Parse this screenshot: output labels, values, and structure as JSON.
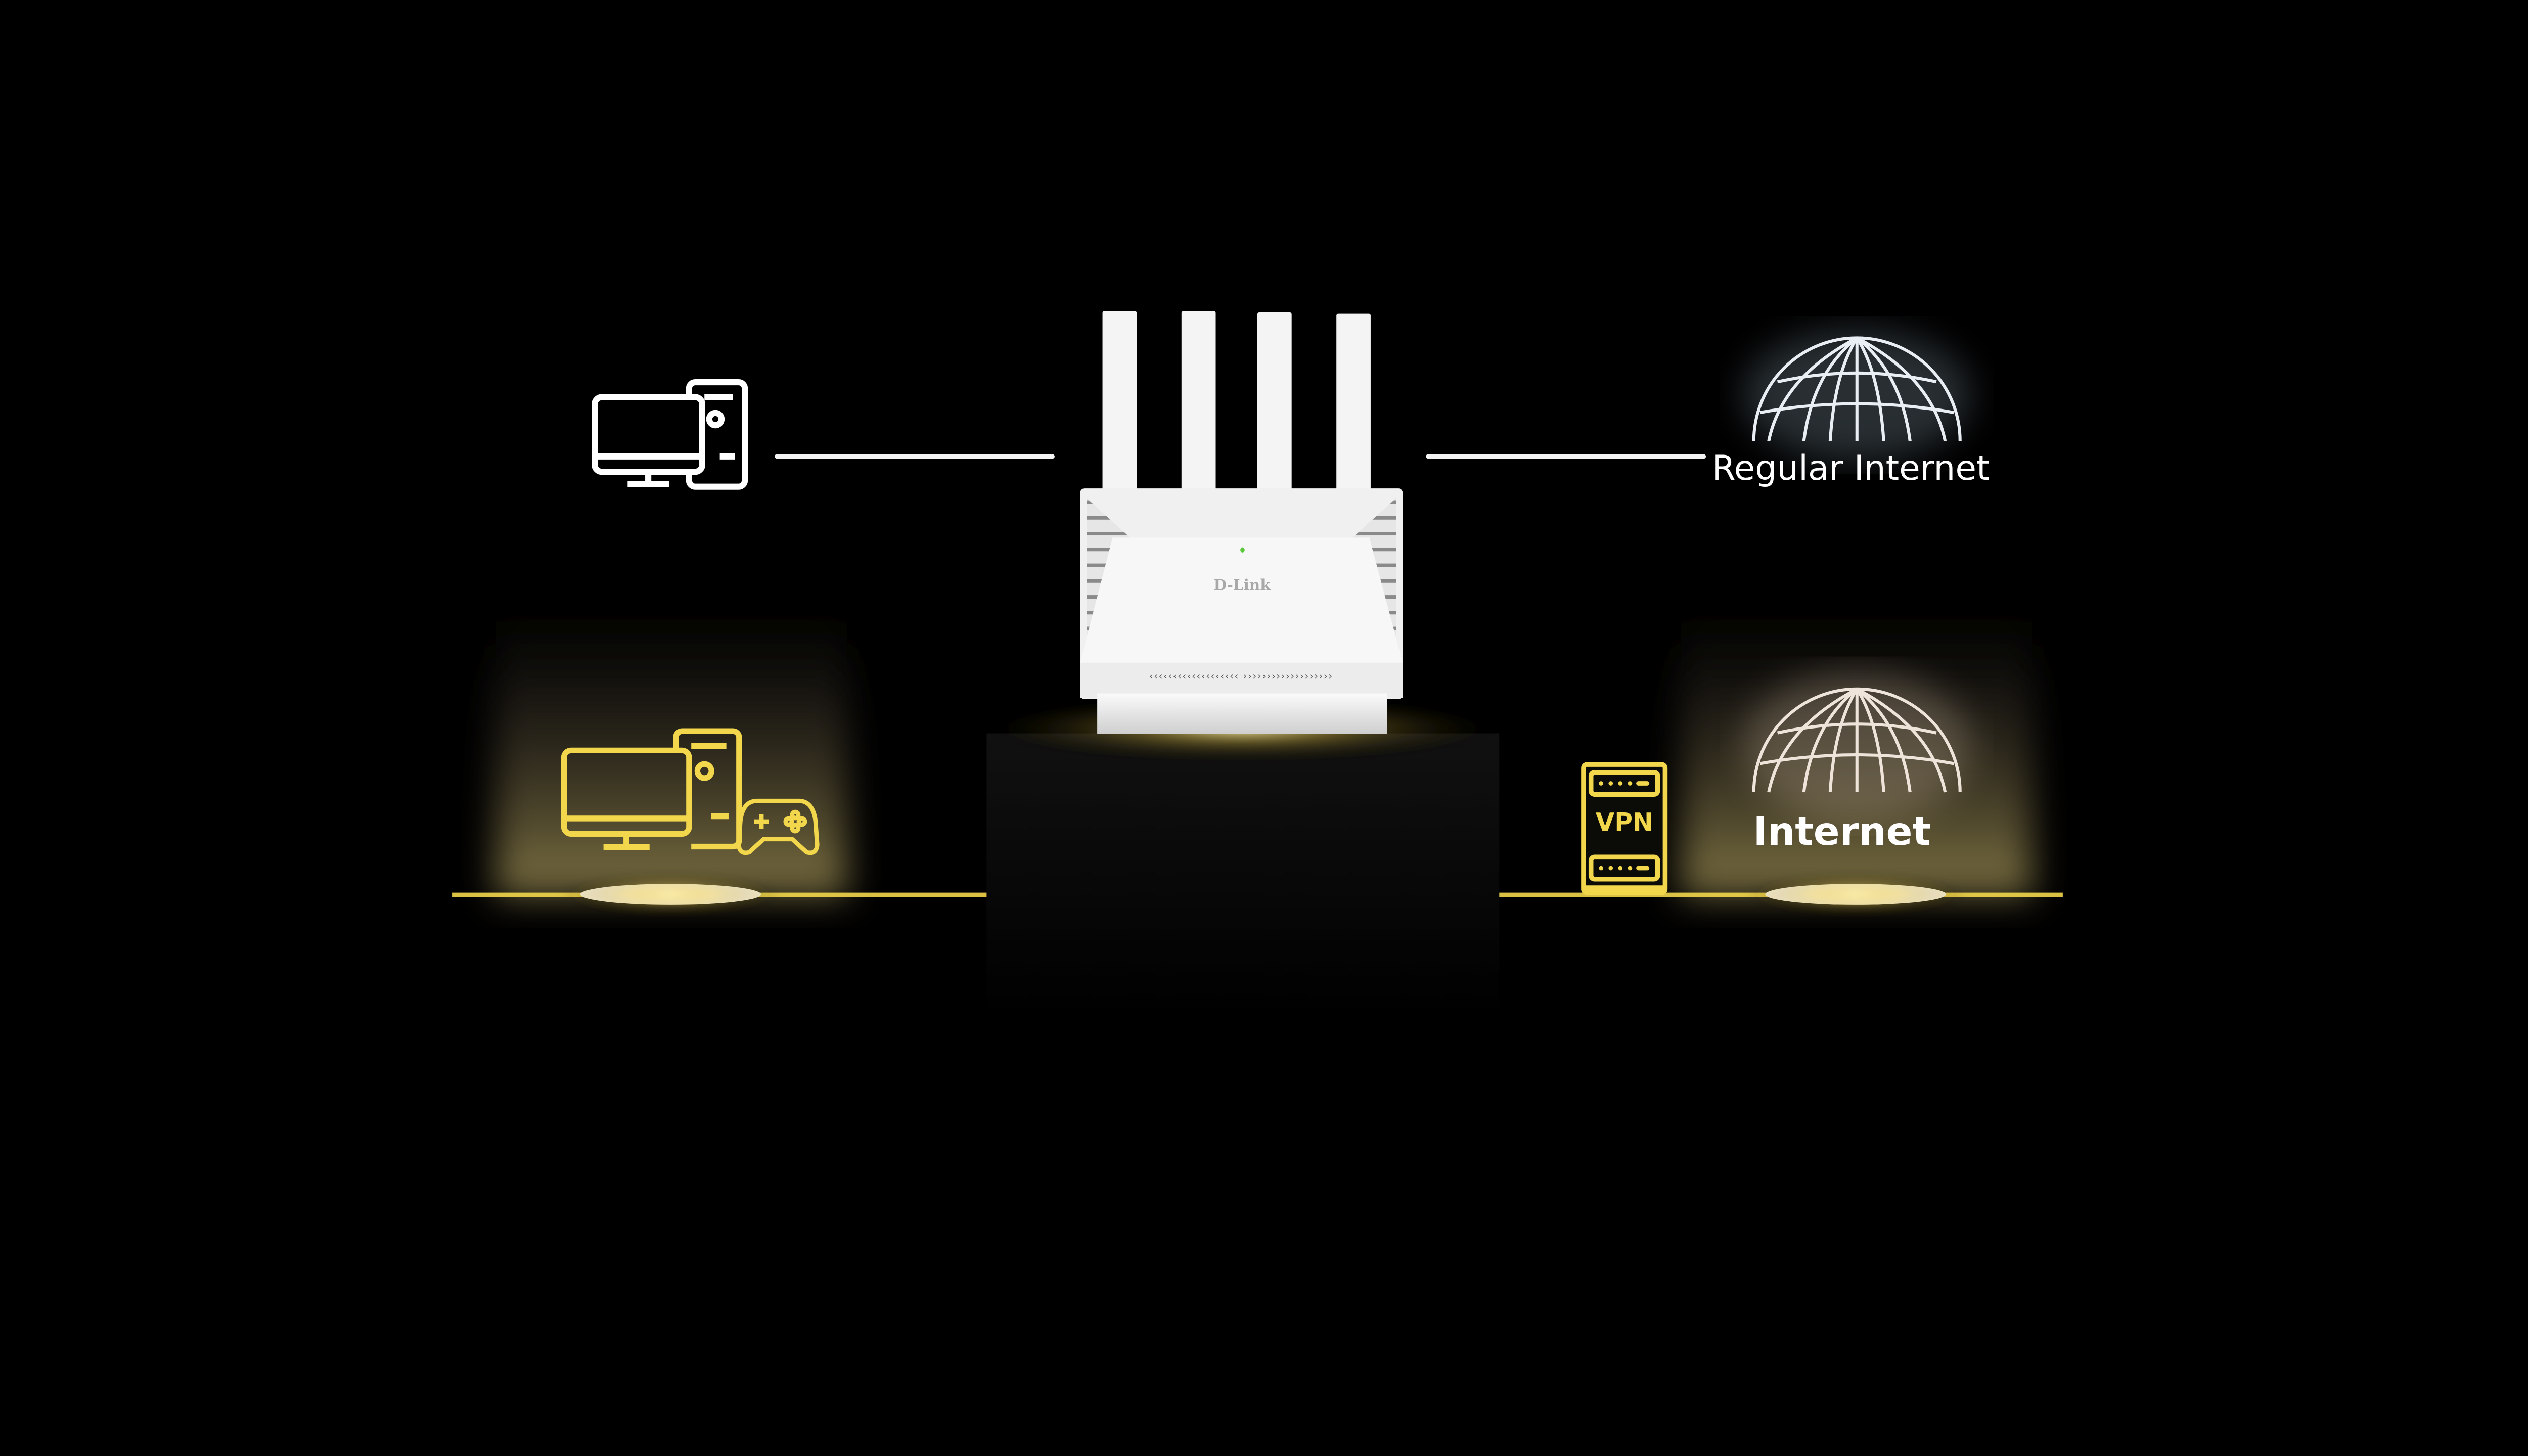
{
  "colors": {
    "background": "#000000",
    "accent_yellow": "#f2d64b",
    "white_line": "#f4f4f4",
    "router_white": "#f2f2f2",
    "led_green": "#5cc93a"
  },
  "top_row": {
    "device_icon": "desktop-computer-icon",
    "destination_label": "Regular Internet",
    "destination_icon": "globe-dome-icon"
  },
  "router": {
    "brand": "D-Link"
  },
  "bottom_row": {
    "device_icons": [
      "desktop-computer-icon",
      "gamepad-icon"
    ],
    "vpn_label": "VPN",
    "destination_label": "Internet",
    "destination_icon": "globe-dome-icon"
  }
}
